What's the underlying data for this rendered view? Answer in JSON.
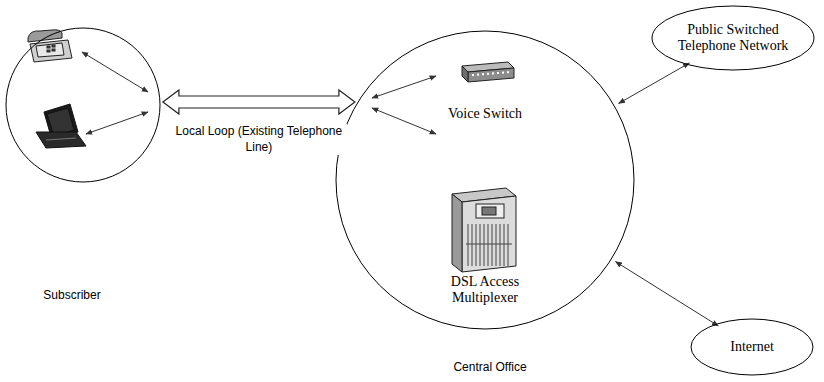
{
  "diagram": {
    "nodes": [
      {
        "text": [
          "Subscriber"
        ]
      },
      {
        "text": [
          "Central Office"
        ]
      },
      {
        "text": [
          "Voice Switch"
        ],
        "in": 1
      },
      {
        "text": [
          "DSL Access Multiplexer"
        ],
        "in": 1
      },
      {
        "text": [
          "Public Switched Telephone Network"
        ]
      },
      {
        "text": [
          "Internet"
        ]
      }
    ],
    "edges": [
      {
        "from": 0,
        "to": 1,
        "arrow": "both",
        "label": "Local Loop (Existing Telephone Line)"
      },
      {
        "from": 1,
        "to": 4,
        "arrow": "both"
      },
      {
        "from": 1,
        "to": 5,
        "arrow": "both"
      }
    ]
  }
}
